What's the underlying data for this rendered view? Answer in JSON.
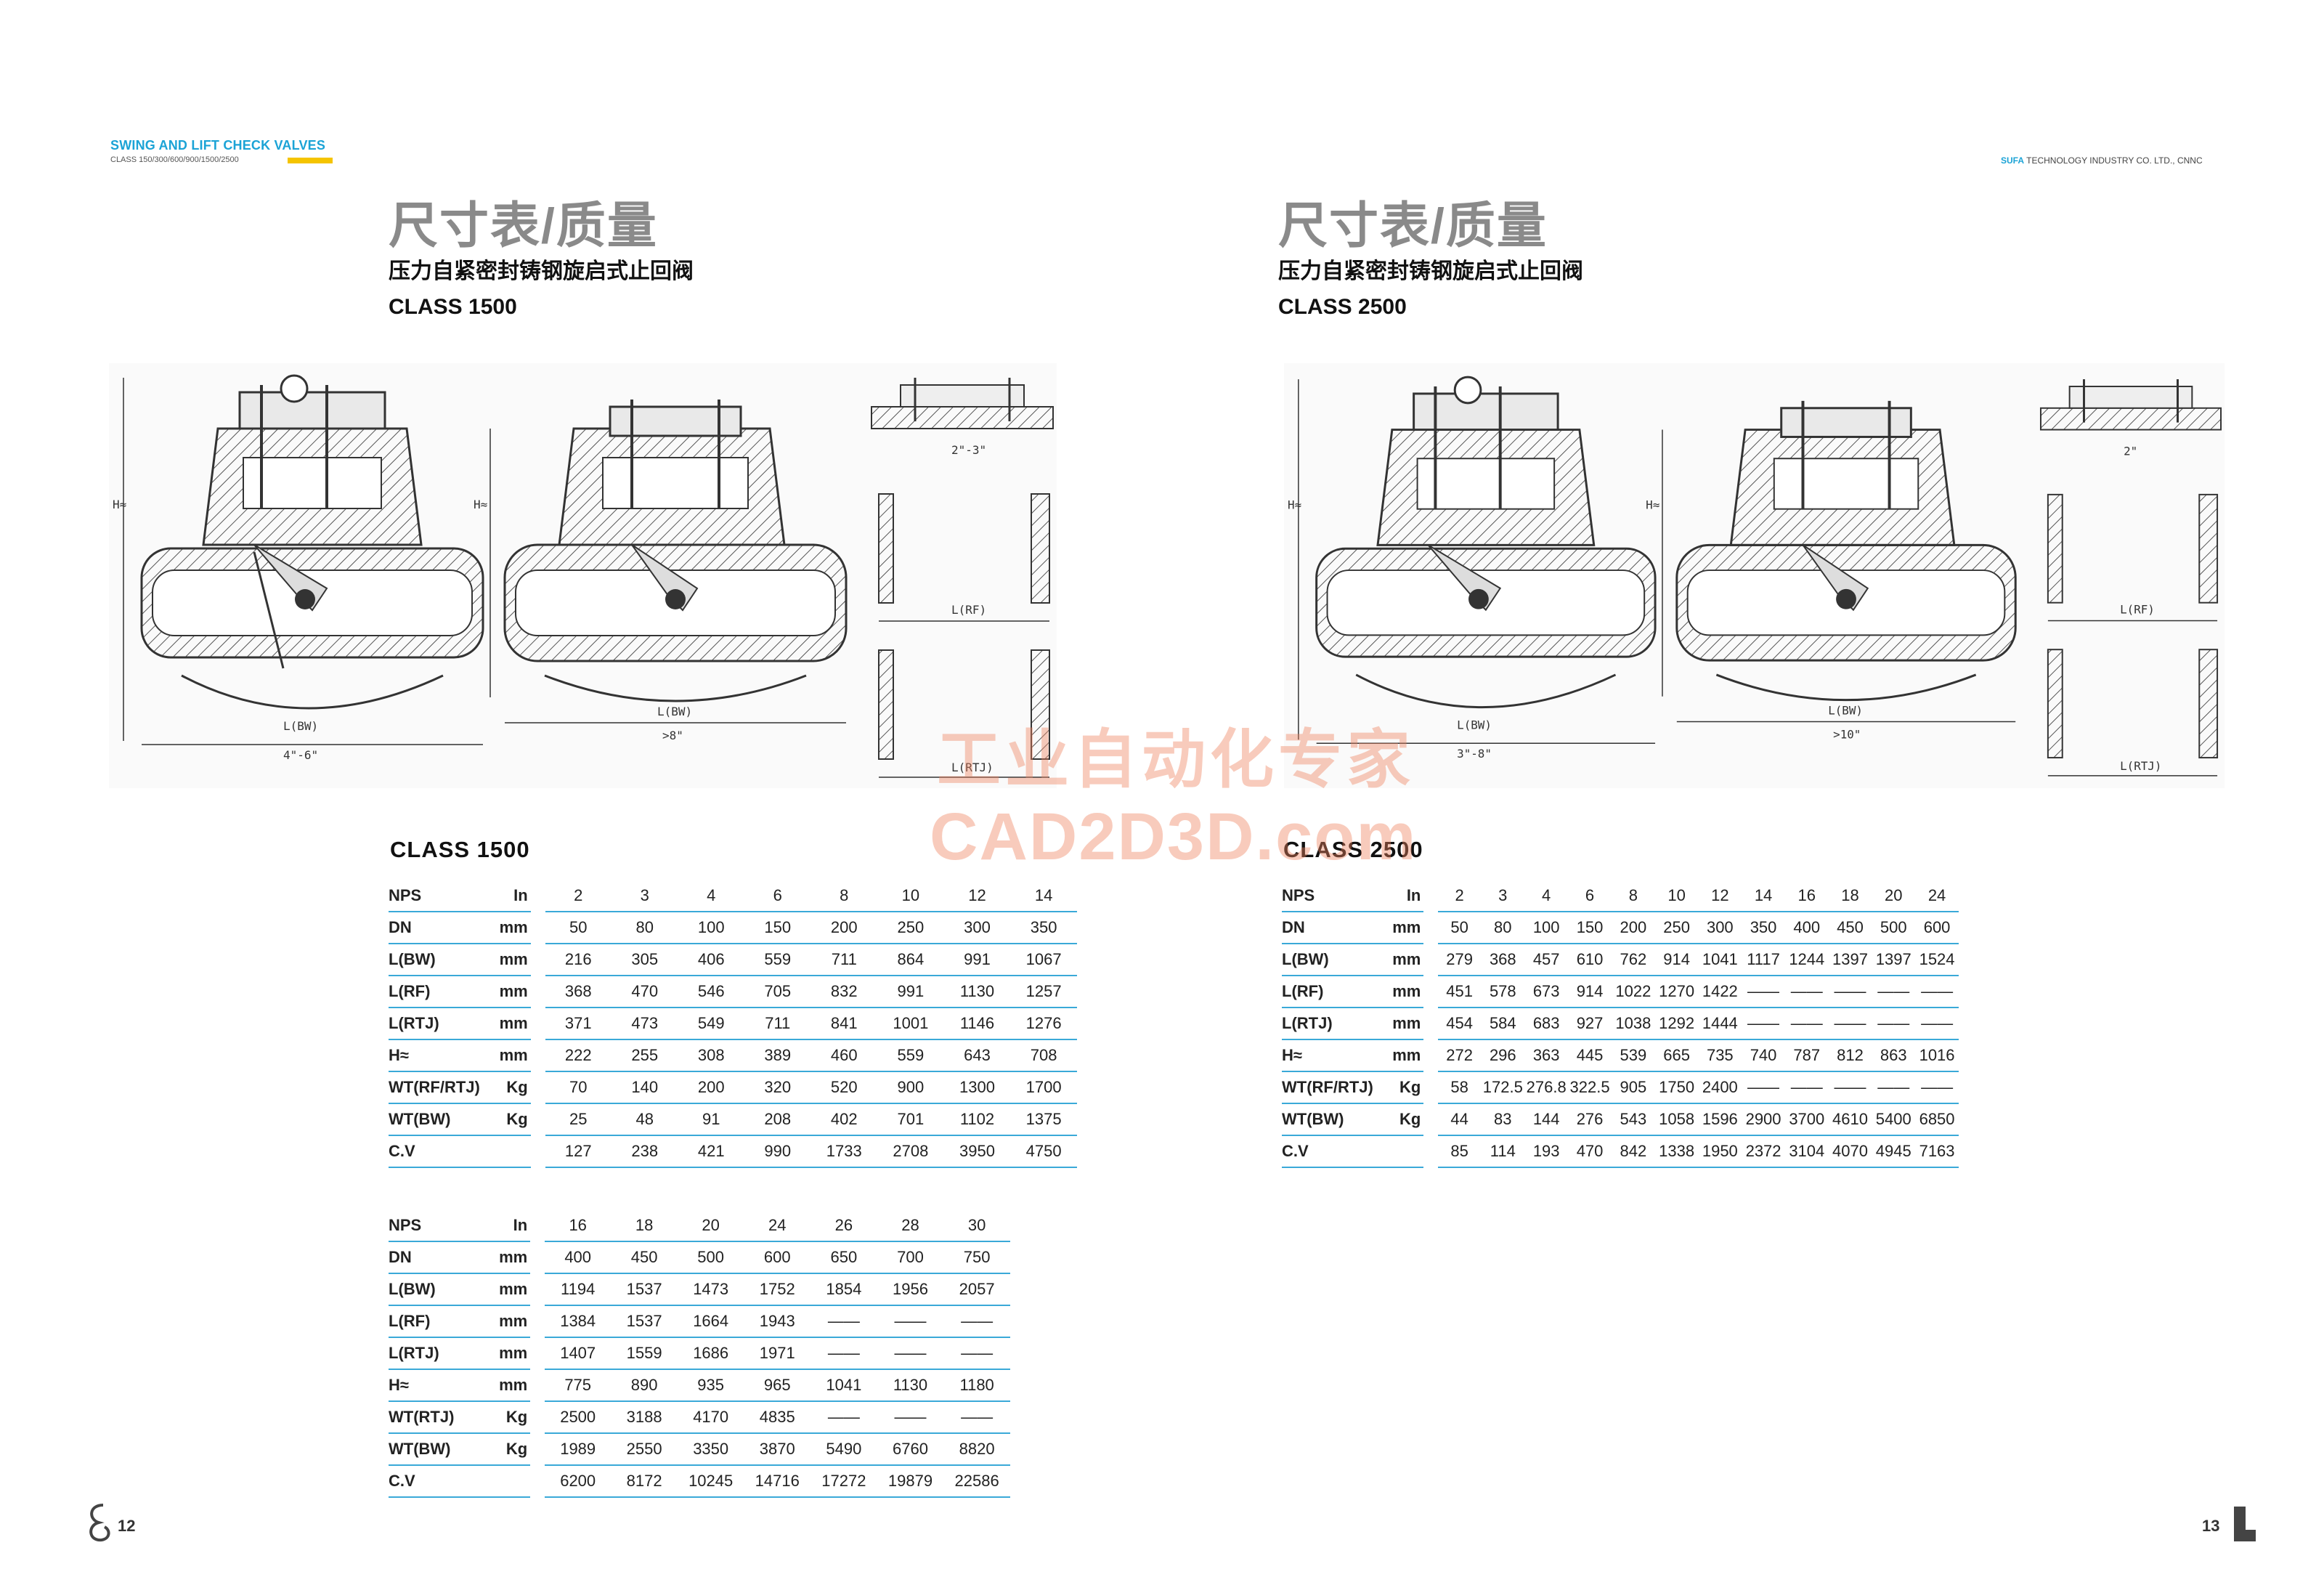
{
  "header": {
    "series_title": "SWING AND LIFT CHECK VALVES",
    "series_sub": "CLASS 150/300/600/900/1500/2500",
    "company_bold": "SUFA",
    "company_rest": " TECHNOLOGY INDUSTRY CO. LTD., CNNC"
  },
  "left": {
    "title": "尺寸表/质量",
    "subtitle": "压力自紧密封铸钢旋启式止回阀",
    "class_label": "CLASS 1500",
    "drawing_labels": {
      "lbw1": "L(BW)",
      "range1": "4\"-6\"",
      "lbw2": "L(BW)",
      "range2": ">8\"",
      "flange": "2\"-3\"",
      "lrf": "L(RF)",
      "lrtj": "L(RTJ)",
      "h": "H≈"
    },
    "table_title": "CLASS 1500",
    "table1": [
      {
        "label": "NPS",
        "unit": "In",
        "values": [
          "2",
          "3",
          "4",
          "6",
          "8",
          "10",
          "12",
          "14"
        ]
      },
      {
        "label": "DN",
        "unit": "mm",
        "values": [
          "50",
          "80",
          "100",
          "150",
          "200",
          "250",
          "300",
          "350"
        ]
      },
      {
        "label": "L(BW)",
        "unit": "mm",
        "values": [
          "216",
          "305",
          "406",
          "559",
          "711",
          "864",
          "991",
          "1067"
        ]
      },
      {
        "label": "L(RF)",
        "unit": "mm",
        "values": [
          "368",
          "470",
          "546",
          "705",
          "832",
          "991",
          "1130",
          "1257"
        ]
      },
      {
        "label": "L(RTJ)",
        "unit": "mm",
        "values": [
          "371",
          "473",
          "549",
          "711",
          "841",
          "1001",
          "1146",
          "1276"
        ]
      },
      {
        "label": "H≈",
        "unit": "mm",
        "values": [
          "222",
          "255",
          "308",
          "389",
          "460",
          "559",
          "643",
          "708"
        ]
      },
      {
        "label": "WT(RF/RTJ)",
        "unit": "Kg",
        "values": [
          "70",
          "140",
          "200",
          "320",
          "520",
          "900",
          "1300",
          "1700"
        ]
      },
      {
        "label": "WT(BW)",
        "unit": "Kg",
        "values": [
          "25",
          "48",
          "91",
          "208",
          "402",
          "701",
          "1102",
          "1375"
        ]
      },
      {
        "label": "C.V",
        "unit": "",
        "values": [
          "127",
          "238",
          "421",
          "990",
          "1733",
          "2708",
          "3950",
          "4750"
        ]
      }
    ],
    "table2": [
      {
        "label": "NPS",
        "unit": "In",
        "values": [
          "16",
          "18",
          "20",
          "24",
          "26",
          "28",
          "30"
        ]
      },
      {
        "label": "DN",
        "unit": "mm",
        "values": [
          "400",
          "450",
          "500",
          "600",
          "650",
          "700",
          "750"
        ]
      },
      {
        "label": "L(BW)",
        "unit": "mm",
        "values": [
          "1194",
          "1537",
          "1473",
          "1752",
          "1854",
          "1956",
          "2057"
        ]
      },
      {
        "label": "L(RF)",
        "unit": "mm",
        "values": [
          "1384",
          "1537",
          "1664",
          "1943",
          "——",
          "——",
          "——"
        ]
      },
      {
        "label": "L(RTJ)",
        "unit": "mm",
        "values": [
          "1407",
          "1559",
          "1686",
          "1971",
          "——",
          "——",
          "——"
        ]
      },
      {
        "label": "H≈",
        "unit": "mm",
        "values": [
          "775",
          "890",
          "935",
          "965",
          "1041",
          "1130",
          "1180"
        ]
      },
      {
        "label": "WT(RTJ)",
        "unit": "Kg",
        "values": [
          "2500",
          "3188",
          "4170",
          "4835",
          "——",
          "——",
          "——"
        ]
      },
      {
        "label": "WT(BW)",
        "unit": "Kg",
        "values": [
          "1989",
          "2550",
          "3350",
          "3870",
          "5490",
          "6760",
          "8820"
        ]
      },
      {
        "label": "C.V",
        "unit": "",
        "values": [
          "6200",
          "8172",
          "10245",
          "14716",
          "17272",
          "19879",
          "22586"
        ]
      }
    ],
    "page_number": "12"
  },
  "right": {
    "title": "尺寸表/质量",
    "subtitle": "压力自紧密封铸钢旋启式止回阀",
    "class_label": "CLASS 2500",
    "drawing_labels": {
      "lbw1": "L(BW)",
      "range1": "3\"-8\"",
      "lbw2": "L(BW)",
      "range2": ">10\"",
      "flange": "2\"",
      "lrf": "L(RF)",
      "lrtj": "L(RTJ)",
      "h": "H≈"
    },
    "table_title": "CLASS 2500",
    "table1": [
      {
        "label": "NPS",
        "unit": "In",
        "values": [
          "2",
          "3",
          "4",
          "6",
          "8",
          "10",
          "12",
          "14",
          "16",
          "18",
          "20",
          "24"
        ]
      },
      {
        "label": "DN",
        "unit": "mm",
        "values": [
          "50",
          "80",
          "100",
          "150",
          "200",
          "250",
          "300",
          "350",
          "400",
          "450",
          "500",
          "600"
        ]
      },
      {
        "label": "L(BW)",
        "unit": "mm",
        "values": [
          "279",
          "368",
          "457",
          "610",
          "762",
          "914",
          "1041",
          "1117",
          "1244",
          "1397",
          "1397",
          "1524"
        ]
      },
      {
        "label": "L(RF)",
        "unit": "mm",
        "values": [
          "451",
          "578",
          "673",
          "914",
          "1022",
          "1270",
          "1422",
          "——",
          "——",
          "——",
          "——",
          "——"
        ]
      },
      {
        "label": "L(RTJ)",
        "unit": "mm",
        "values": [
          "454",
          "584",
          "683",
          "927",
          "1038",
          "1292",
          "1444",
          "——",
          "——",
          "——",
          "——",
          "——"
        ]
      },
      {
        "label": "H≈",
        "unit": "mm",
        "values": [
          "272",
          "296",
          "363",
          "445",
          "539",
          "665",
          "735",
          "740",
          "787",
          "812",
          "863",
          "1016"
        ]
      },
      {
        "label": "WT(RF/RTJ)",
        "unit": "Kg",
        "values": [
          "58",
          "172.5",
          "276.8",
          "322.5",
          "905",
          "1750",
          "2400",
          "——",
          "——",
          "——",
          "——",
          "——"
        ]
      },
      {
        "label": "WT(BW)",
        "unit": "Kg",
        "values": [
          "44",
          "83",
          "144",
          "276",
          "543",
          "1058",
          "1596",
          "2900",
          "3700",
          "4610",
          "5400",
          "6850"
        ]
      },
      {
        "label": "C.V",
        "unit": "",
        "values": [
          "85",
          "114",
          "193",
          "470",
          "842",
          "1338",
          "1950",
          "2372",
          "3104",
          "4070",
          "4945",
          "7163"
        ]
      }
    ],
    "page_number": "13"
  },
  "watermark": {
    "line1": "工业自动化专家",
    "line2": "CAD2D3D.com"
  }
}
